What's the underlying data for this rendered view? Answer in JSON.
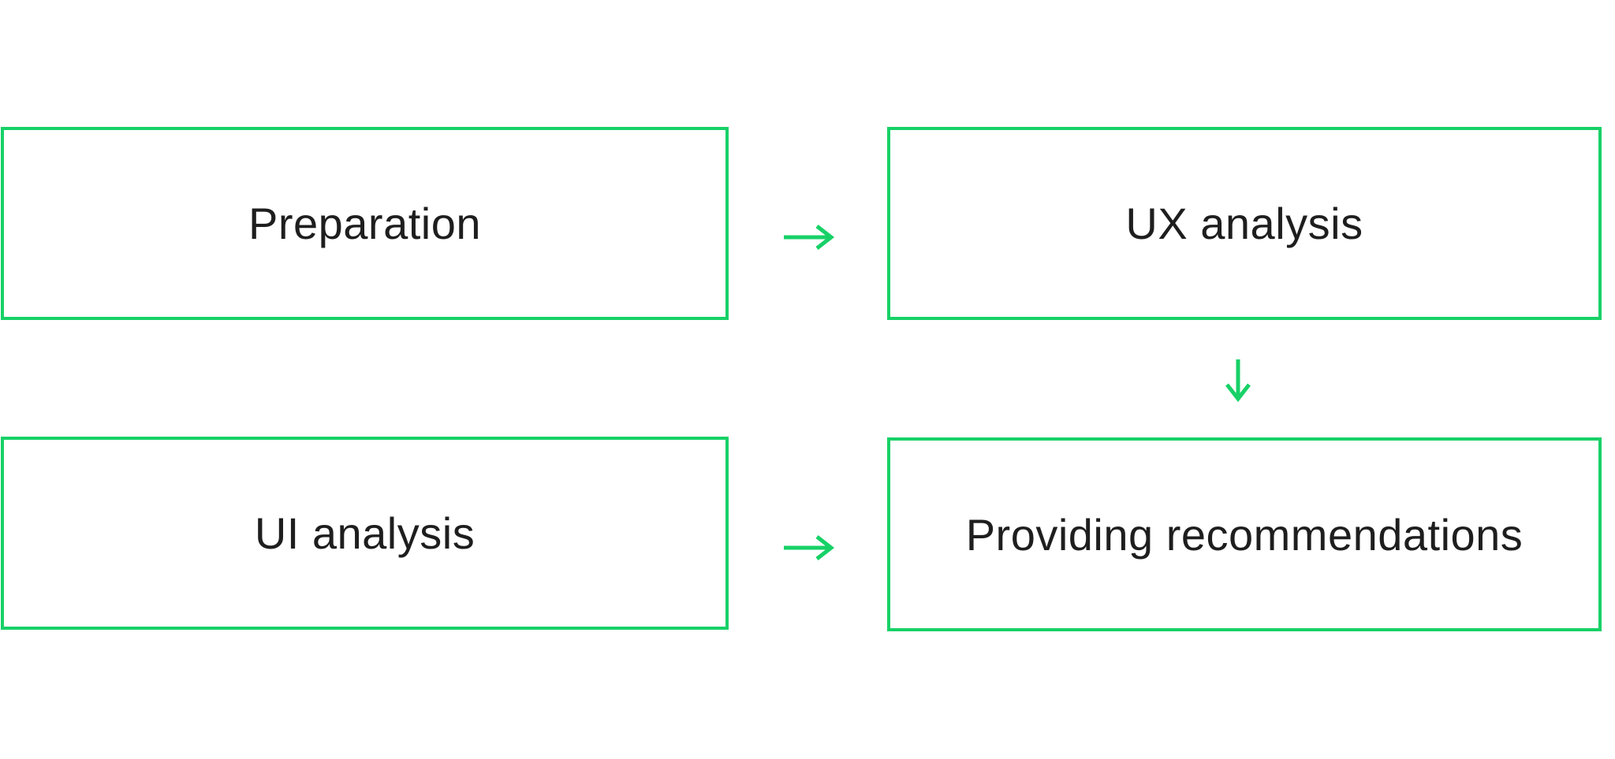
{
  "colors": {
    "accent": "#17d167",
    "text": "#1e1e1e",
    "background": "#ffffff"
  },
  "nodes": [
    {
      "id": "preparation",
      "label": "Preparation"
    },
    {
      "id": "ux-analysis",
      "label": "UX analysis"
    },
    {
      "id": "ui-analysis",
      "label": "UI analysis"
    },
    {
      "id": "providing-recommendations",
      "label": "Providing recommendations"
    }
  ],
  "arrows": [
    {
      "name": "preparation-to-ux-analysis",
      "direction": "right"
    },
    {
      "name": "ux-analysis-to-providing-recommendations",
      "direction": "down"
    },
    {
      "name": "ui-analysis-to-providing-recommendations",
      "direction": "right"
    }
  ]
}
